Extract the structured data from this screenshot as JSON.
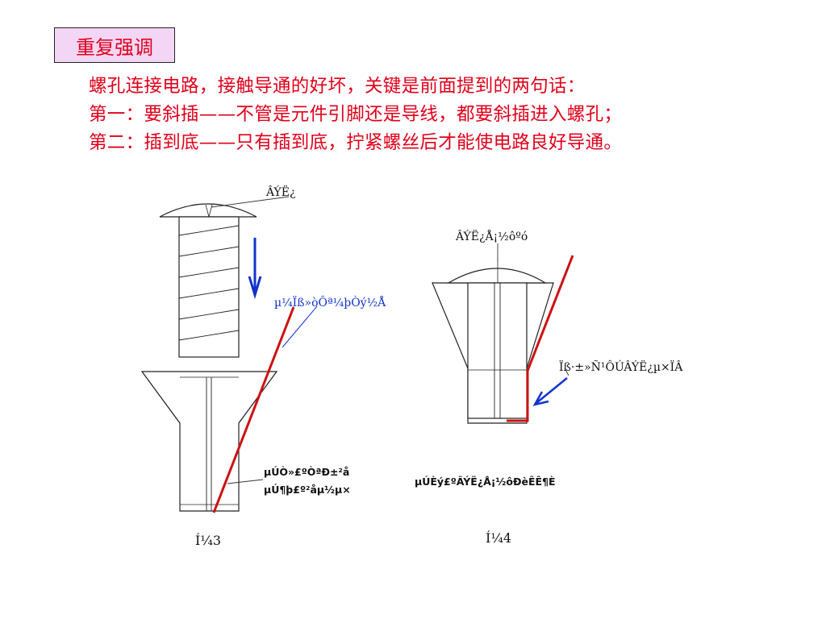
{
  "title": "重复强调",
  "paragraph": [
    "螺孔连接电路，接触导通的好坏，关键是前面提到的两句话：",
    "第一：要斜插——不管是元件引脚还是导线，都要斜插进入螺孔；",
    "第二：插到底——只有插到底，拧紧螺丝后才能使电路良好导通。"
  ],
  "figure3": {
    "screw_label": "ÂÝË¿",
    "wire_label": "µ¼Ïß»òÔª¼þÒý½Å",
    "bottom_label_1": "µÚÒ»£ºÒªÐ±²å",
    "bottom_label_2": "µÚ¶þ£º²åµ½µ×",
    "caption": "Í¼3"
  },
  "figure4": {
    "screw_label": "ÂÝË¿Å¡½ôºó",
    "wire_label": "Ïß·±»Ñ¹ÔÚÂÝË¿µ×ÏÂ",
    "bottom_label": "µÚÈý£ºÂÝË¿Å¡½ôÐèÊÊ¶È",
    "caption": "Í¼4"
  },
  "colors": {
    "text_red": "#e0001a",
    "wire_red": "#cc1111",
    "arrow_blue": "#1133cc",
    "title_bg": "#f3d6f5"
  }
}
